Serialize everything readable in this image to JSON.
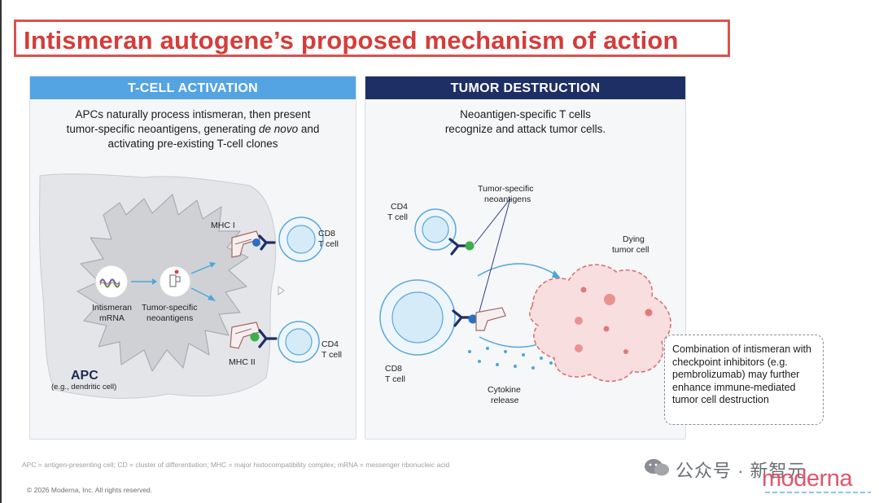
{
  "title": "Intismeran autogene’s proposed mechanism of action",
  "panels": {
    "left": {
      "header": "T-CELL ACTIVATION",
      "desc_line1": "APCs naturally process intismeran, then present",
      "desc_line2_a": "tumor-specific neoantigens, generating ",
      "desc_line2_em": "de novo",
      "desc_line2_b": " and",
      "desc_line3": "activating pre-existing T-cell clones"
    },
    "right": {
      "header": "TUMOR DESTRUCTION",
      "desc_line1": "Neoantigen-specific T cells",
      "desc_line2": "recognize and attack tumor cells."
    }
  },
  "labels": {
    "mhc1": "MHC I",
    "mhc2": "MHC II",
    "cd8_t_cell_l1": "CD8",
    "cd8_t_cell_l2": "T cell",
    "cd4_t_cell_l1": "CD4",
    "cd4_t_cell_l2": "T cell",
    "mrna_l1": "Intismeran",
    "mrna_l2": "mRNA",
    "neo_l1": "Tumor-specific",
    "neo_l2": "neoantigens",
    "apc": "APC",
    "apc_sub": "(e.g., dendritic cell)",
    "right_cd4_l1": "CD4",
    "right_cd4_l2": "T cell",
    "right_neo_l1": "Tumor-specific",
    "right_neo_l2": "neoantigens",
    "dying_l1": "Dying",
    "dying_l2": "tumor cell",
    "right_cd8_l1": "CD8",
    "right_cd8_l2": "T cell",
    "cytokine_l1": "Cytokine",
    "cytokine_l2": "release"
  },
  "note": "Combination of intismeran with checkpoint inhibitors (e.g. pembrolizumab) may further enhance immune-mediated tumor cell destruction",
  "footnote": "APC = antigen-presenting cell; CD = cluster of differentiation; MHC = major histocompatibility complex; mRNA = messenger ribonucleic acid",
  "copyright": "© 2026 Moderna, Inc. All rights reserved.",
  "watermark": "公众号 · 新智元",
  "logo": "moderna",
  "colors": {
    "title_red": "#d43d3a",
    "header_blue": "#54a4e3",
    "header_navy": "#1e2f66",
    "t_cell_blue": "#d6ebf8",
    "mhc_blue": "#2b6fc4",
    "neoantigen_green": "#3dae4a",
    "tumor_pink": "#f8dede"
  }
}
